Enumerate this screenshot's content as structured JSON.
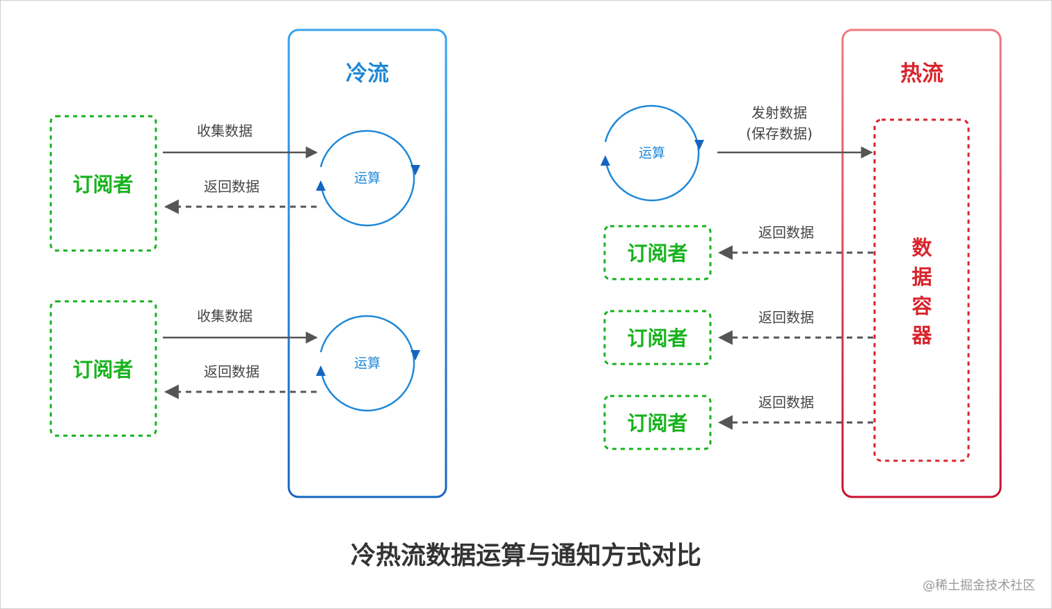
{
  "caption": "冷热流数据运算与通知方式对比",
  "watermark": "@稀土掘金技术社区",
  "colors": {
    "cold_accent": "#1e88d8",
    "hot_accent": "#d9232c",
    "subscriber": "#17b21c",
    "arrow": "#555555"
  },
  "cold_stream": {
    "title": "冷流",
    "groups": [
      {
        "subscriber": "订阅者",
        "collect_label": "收集数据",
        "return_label": "返回数据",
        "operation": "运算"
      },
      {
        "subscriber": "订阅者",
        "collect_label": "收集数据",
        "return_label": "返回数据",
        "operation": "运算"
      }
    ]
  },
  "hot_stream": {
    "title": "热流",
    "operation": "运算",
    "emit_label_line1": "发射数据",
    "emit_label_line2": "(保存数据)",
    "container_chars": [
      "数",
      "据",
      "容",
      "器"
    ],
    "subscribers": [
      {
        "name": "订阅者",
        "return_label": "返回数据"
      },
      {
        "name": "订阅者",
        "return_label": "返回数据"
      },
      {
        "name": "订阅者",
        "return_label": "返回数据"
      }
    ]
  }
}
